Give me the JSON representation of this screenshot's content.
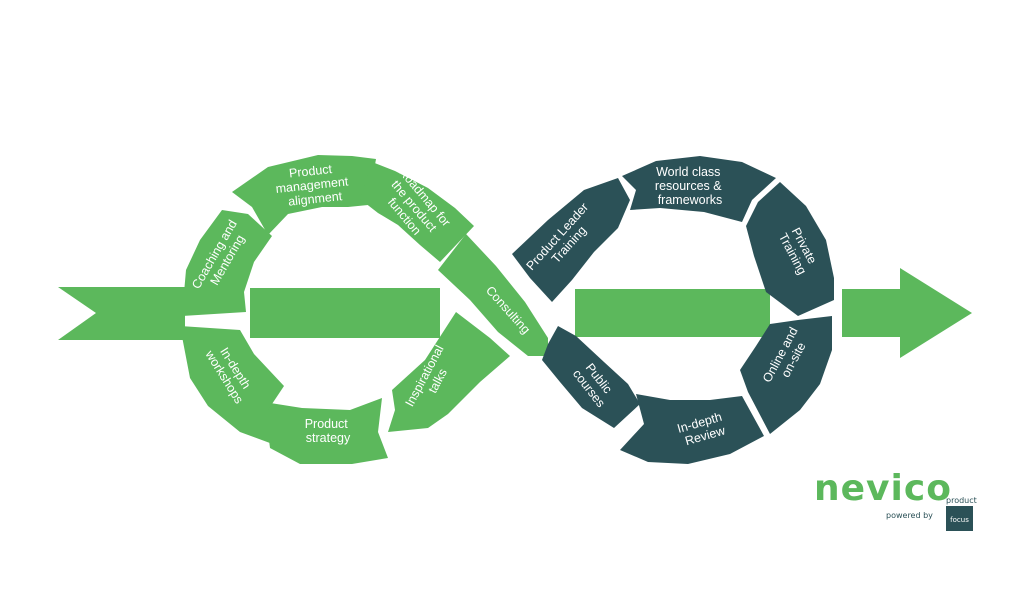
{
  "colors": {
    "green": "#5cb85c",
    "dark_teal": "#2b5157",
    "background": "#ffffff"
  },
  "left_loop_segments": [
    {
      "label_lines": [
        "Product",
        "management",
        "alignment"
      ]
    },
    {
      "label_lines": [
        "Roadmap for",
        "the product",
        "function"
      ]
    },
    {
      "label_lines": [
        "Consulting"
      ]
    },
    {
      "label_lines": [
        "Inspirational",
        "talks"
      ]
    },
    {
      "label_lines": [
        "Product",
        "strategy"
      ]
    },
    {
      "label_lines": [
        "In-depth",
        "workshops"
      ]
    },
    {
      "label_lines": [
        "Coaching and",
        "Mentoring"
      ]
    }
  ],
  "right_loop_segments": [
    {
      "label_lines": [
        "Product Leader",
        "Training"
      ]
    },
    {
      "label_lines": [
        "World class",
        "resources &",
        "frameworks"
      ]
    },
    {
      "label_lines": [
        "Private",
        "Training"
      ]
    },
    {
      "label_lines": [
        "Online and",
        "on-site"
      ]
    },
    {
      "label_lines": [
        "In-depth",
        "Review"
      ]
    },
    {
      "label_lines": [
        "Public",
        "courses"
      ]
    }
  ],
  "logo": {
    "brand": "nevico",
    "powered_by": "powered by",
    "partner_top": "product",
    "partner_box": "focus"
  }
}
